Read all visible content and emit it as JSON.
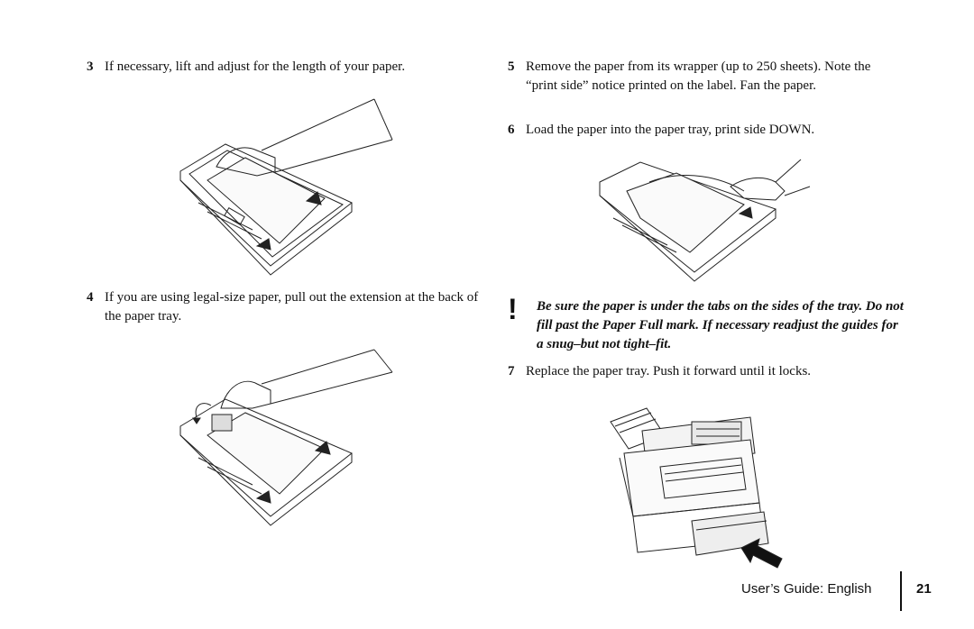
{
  "steps": [
    {
      "num": "3",
      "text": "If necessary, lift and adjust for the length of your paper."
    },
    {
      "num": "4",
      "text": "If you are using legal-size paper, pull out the extension at the back of the paper tray."
    },
    {
      "num": "5",
      "text": "Remove the paper from its wrapper (up to 250 sheets). Note the “print side” notice printed on the label. Fan the paper."
    },
    {
      "num": "6",
      "text": "Load the paper into the paper tray, print side DOWN."
    },
    {
      "num": "7",
      "text": "Replace the paper tray. Push it forward until it locks."
    }
  ],
  "warning": {
    "mark": "!",
    "text": "Be sure the paper is under the tabs on the sides of the tray. Do not fill past the Paper Full mark. If necessary readjust the guides for a snug–but not tight–fit."
  },
  "footer": {
    "guide_label": "User’s Guide:  English",
    "page_number": "21"
  },
  "illustrations": [
    "tray-adjust-length-illustration",
    "tray-extension-illustration",
    "tray-loading-paper-illustration",
    "fax-machine-tray-insert-illustration"
  ]
}
